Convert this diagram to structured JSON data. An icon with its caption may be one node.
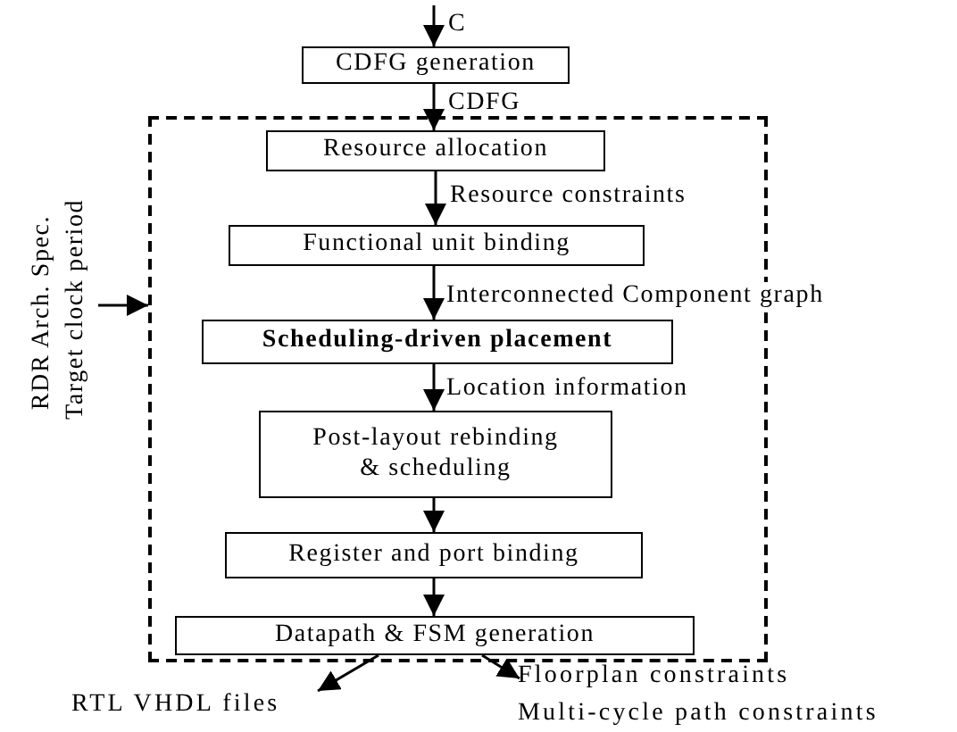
{
  "diagram": {
    "nodes": [
      {
        "text": [
          "CDFG generation"
        ]
      },
      {
        "text": [],
        "shape": "box"
      },
      {
        "text": [
          "Resource allocation"
        ],
        "in": 1
      },
      {
        "text": [
          "Functional unit binding"
        ],
        "in": 1
      },
      {
        "text": [
          "Scheduling-driven placement"
        ],
        "in": 1
      },
      {
        "text": [
          "Post-layout rebinding & scheduling"
        ],
        "in": 1
      },
      {
        "text": [
          "Register and port binding"
        ],
        "in": 1
      },
      {
        "text": [
          "Datapath & FSM generation"
        ],
        "in": 1
      },
      {
        "text": [
          "RDR Arch. Spec.",
          "Target clock period"
        ]
      },
      {
        "text": [
          "RTL VHDL files"
        ]
      },
      {
        "text": [
          "Floorplan constraints",
          "Multi-cycle path constraints"
        ]
      }
    ],
    "edges": [
      {
        "from": null,
        "to": 0,
        "label": "C",
        "arrow": "to"
      },
      {
        "from": 0,
        "to": 2,
        "label": "CDFG",
        "arrow": "to"
      },
      {
        "from": 2,
        "to": 3,
        "label": "Resource constraints",
        "arrow": "to"
      },
      {
        "from": 3,
        "to": 4,
        "label": "Interconnected Component graph",
        "arrow": "to"
      },
      {
        "from": 4,
        "to": 5,
        "label": "Location information",
        "arrow": "to"
      },
      {
        "from": 5,
        "to": 6,
        "arrow": "to"
      },
      {
        "from": 6,
        "to": 7,
        "arrow": "to"
      },
      {
        "from": 8,
        "to": 1,
        "arrow": "to"
      },
      {
        "from": 7,
        "to": 9,
        "arrow": "to"
      },
      {
        "from": 7,
        "to": 10,
        "arrow": "to"
      }
    ]
  }
}
